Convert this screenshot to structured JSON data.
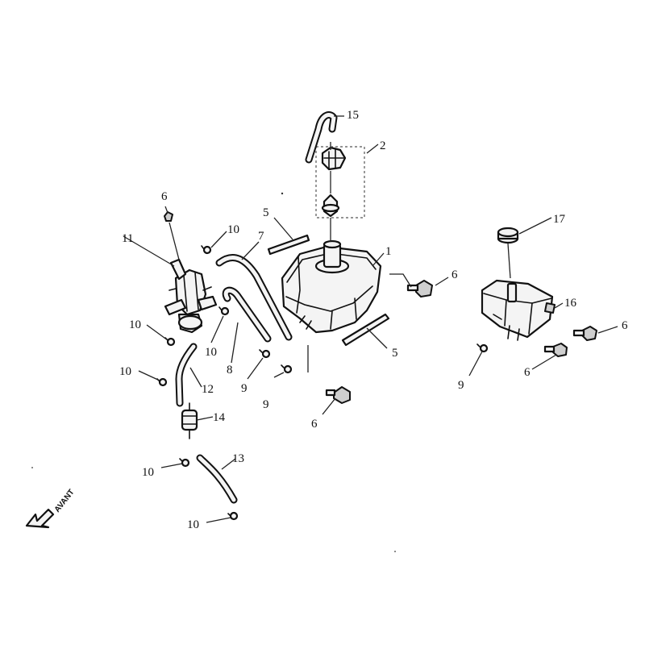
{
  "front_label": "AVANT",
  "callouts": {
    "c1": "1",
    "c2": "2",
    "c5a": "5",
    "c5b": "5",
    "c6a": "6",
    "c6b": "6",
    "c6c": "6",
    "c6d": "6",
    "c6e": "6",
    "c7": "7",
    "c8": "8",
    "c9a": "9",
    "c9b": "9",
    "c9c": "9",
    "c10a": "10",
    "c10b": "10",
    "c10c": "10",
    "c10d": "10",
    "c10e": "10",
    "c10f": "10",
    "c11": "11",
    "c12": "12",
    "c13": "13",
    "c14": "14",
    "c15": "15",
    "c16": "16",
    "c17": "17"
  }
}
